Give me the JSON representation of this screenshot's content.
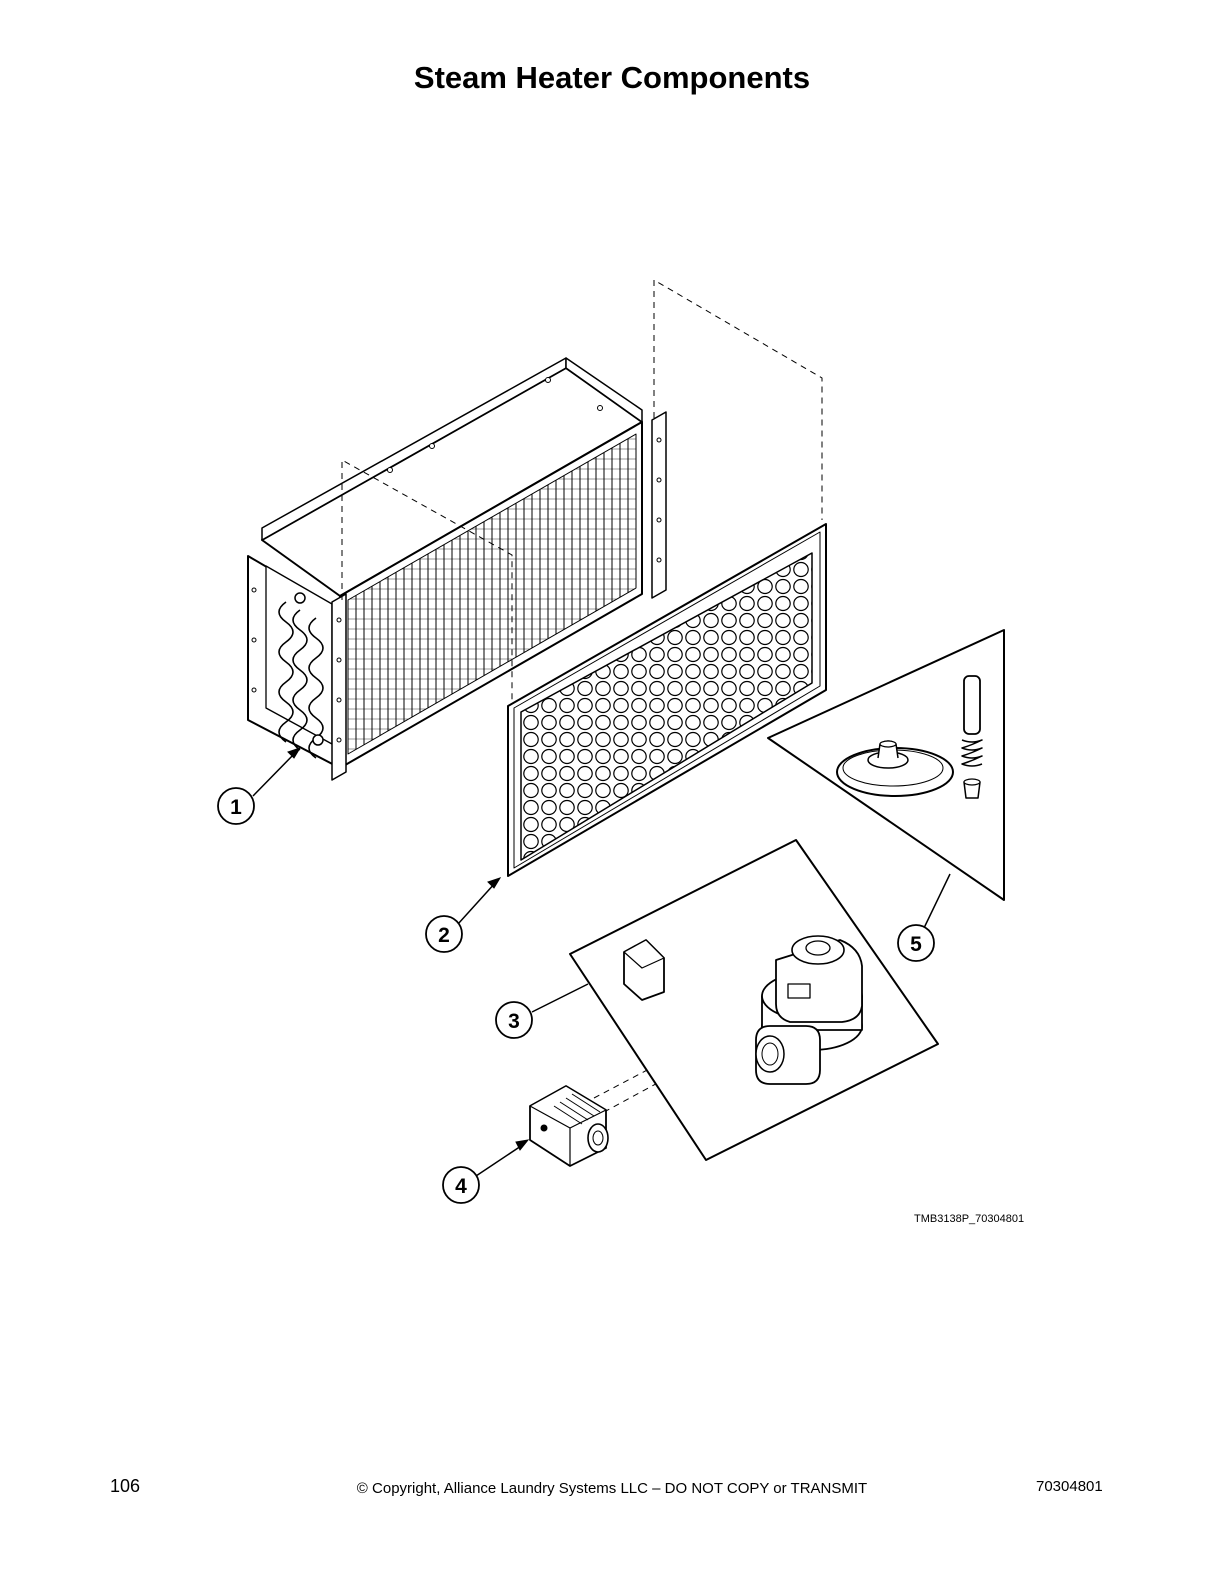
{
  "title": "Steam Heater Components",
  "callouts": [
    {
      "number": "1",
      "part": "steam-coil-assembly"
    },
    {
      "number": "2",
      "part": "coil-filter-screen"
    },
    {
      "number": "3",
      "part": "solenoid-valve-kit"
    },
    {
      "number": "4",
      "part": "valve-connector"
    },
    {
      "number": "5",
      "part": "diaphragm-kit"
    }
  ],
  "drawing_code": "TMB3138P_70304801",
  "footer": {
    "page_number": "106",
    "copyright": "© Copyright, Alliance Laundry Systems LLC – DO NOT COPY or TRANSMIT",
    "doc_number": "70304801"
  }
}
